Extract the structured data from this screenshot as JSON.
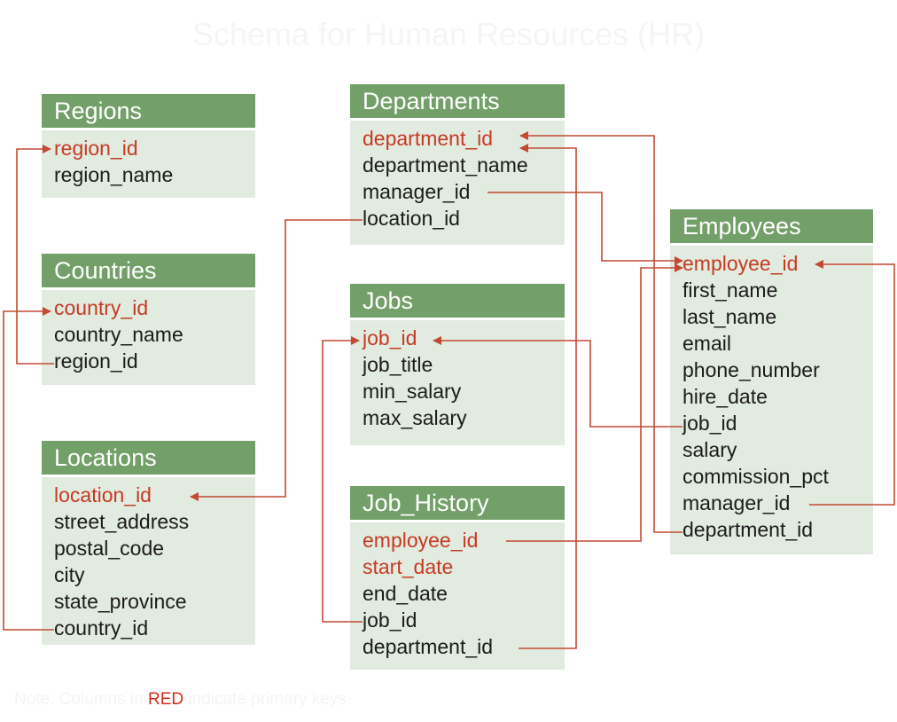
{
  "title": "Schema for Human Resources (HR)",
  "colors": {
    "header": "#739f69",
    "body": "#e2ebe0",
    "primary_key": "#c63a23",
    "link": "#c24a33"
  },
  "tables": {
    "regions": {
      "name": "Regions",
      "columns": [
        "region_id",
        "region_name"
      ],
      "primary_keys": [
        "region_id"
      ]
    },
    "countries": {
      "name": "Countries",
      "columns": [
        "country_id",
        "country_name",
        "region_id"
      ],
      "primary_keys": [
        "country_id"
      ]
    },
    "locations": {
      "name": "Locations",
      "columns": [
        "location_id",
        "street_address",
        "postal_code",
        "city",
        "state_province",
        "country_id"
      ],
      "primary_keys": [
        "location_id"
      ]
    },
    "departments": {
      "name": "Departments",
      "columns": [
        "department_id",
        "department_name",
        "manager_id",
        "location_id"
      ],
      "primary_keys": [
        "department_id"
      ]
    },
    "jobs": {
      "name": "Jobs",
      "columns": [
        "job_id",
        "job_title",
        "min_salary",
        "max_salary"
      ],
      "primary_keys": [
        "job_id"
      ]
    },
    "job_history": {
      "name": "Job_History",
      "columns": [
        "employee_id",
        "start_date",
        "end_date",
        "job_id",
        "department_id"
      ],
      "primary_keys": [
        "employee_id",
        "start_date"
      ]
    },
    "employees": {
      "name": "Employees",
      "columns": [
        "employee_id",
        "first_name",
        "last_name",
        "email",
        "phone_number",
        "hire_date",
        "job_id",
        "salary",
        "commission_pct",
        "manager_id",
        "department_id"
      ],
      "primary_keys": [
        "employee_id"
      ]
    }
  },
  "relationships": [
    {
      "from": "countries.region_id",
      "to": "regions.region_id"
    },
    {
      "from": "locations.country_id",
      "to": "countries.country_id"
    },
    {
      "from": "departments.location_id",
      "to": "locations.location_id"
    },
    {
      "from": "departments.manager_id",
      "to": "employees.employee_id"
    },
    {
      "from": "job_history.department_id",
      "to": "departments.department_id"
    },
    {
      "from": "employees.department_id",
      "to": "departments.department_id"
    },
    {
      "from": "job_history.job_id",
      "to": "jobs.job_id"
    },
    {
      "from": "employees.job_id",
      "to": "jobs.job_id"
    },
    {
      "from": "job_history.employee_id",
      "to": "employees.employee_id"
    },
    {
      "from": "employees.manager_id",
      "to": "employees.employee_id"
    }
  ],
  "note": {
    "prefix": "Note: Columns in ",
    "highlight": "RED",
    "suffix": " indicate primary keys"
  }
}
